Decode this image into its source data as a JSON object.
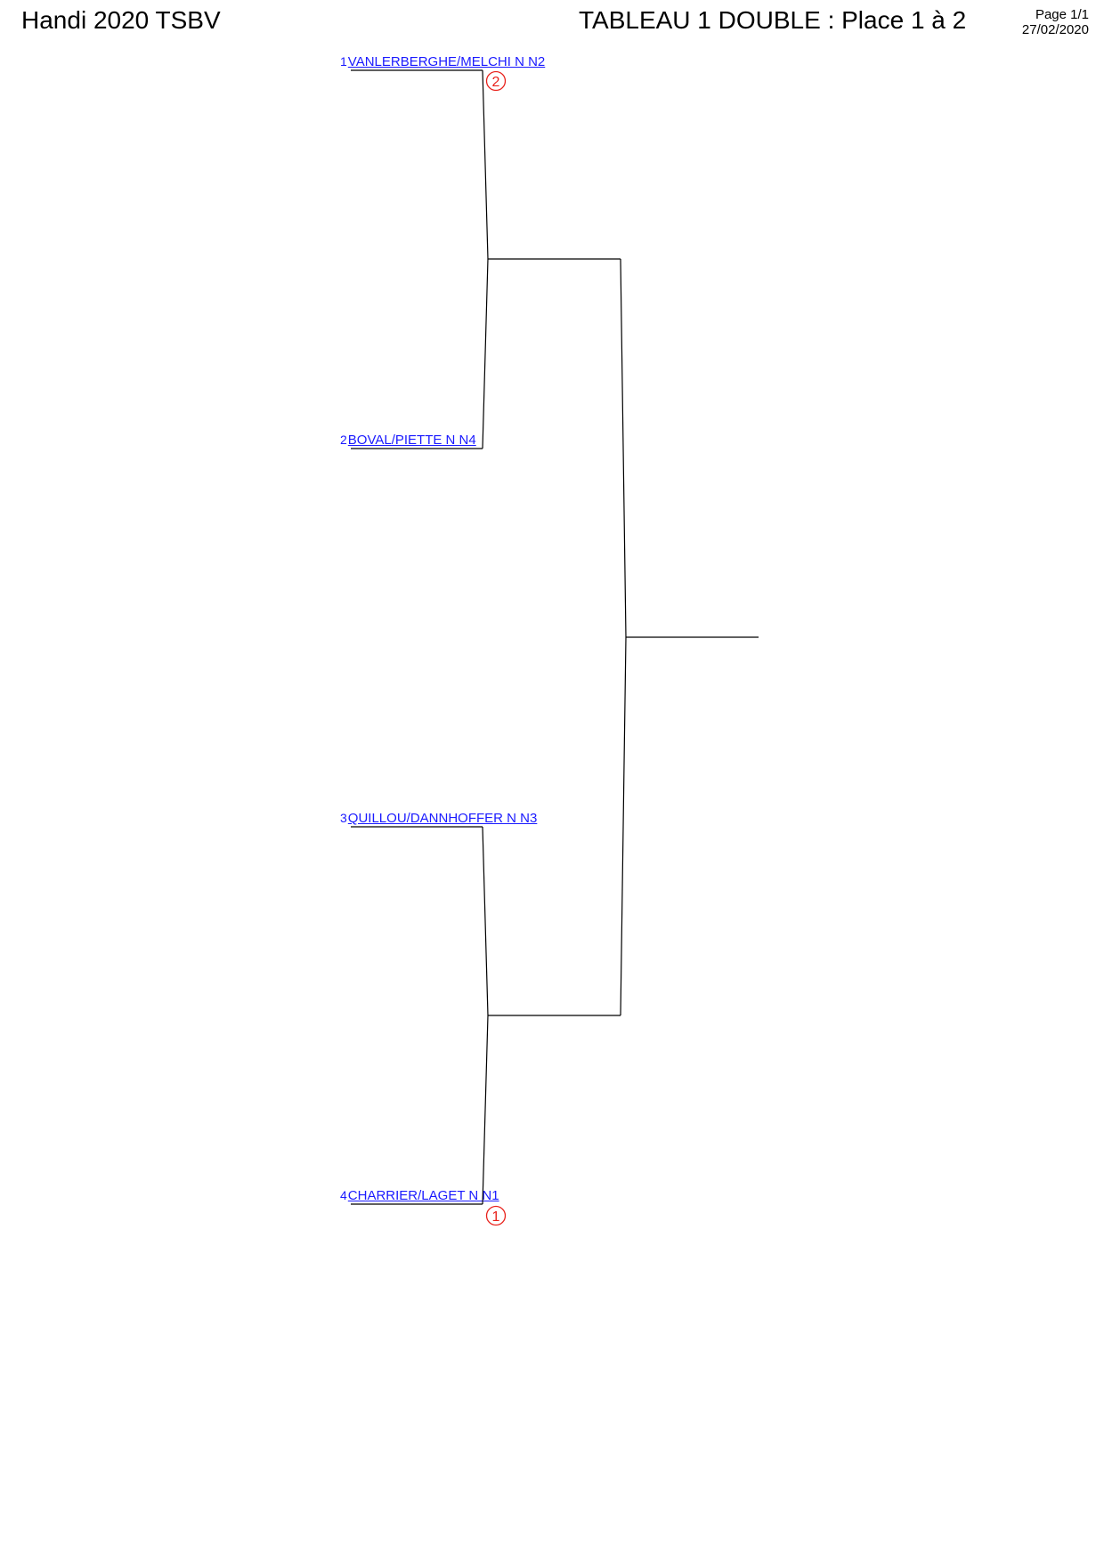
{
  "header": {
    "tournament": "Handi 2020 TSBV",
    "draw_title": "TABLEAU 1 DOUBLE : Place 1 à 2",
    "page": "Page 1/1",
    "date": "27/02/2020"
  },
  "entries": [
    {
      "seed": "1",
      "team": "VANLERBERGHE/MELCHI N N2",
      "marker": "2"
    },
    {
      "seed": "2",
      "team": "BOVAL/PIETTE N N4",
      "marker": ""
    },
    {
      "seed": "3",
      "team": "QUILLOU/DANNHOFFER N N3",
      "marker": ""
    },
    {
      "seed": "4",
      "team": "CHARRIER/LAGET N N1",
      "marker": "1"
    }
  ],
  "colors": {
    "link": "#1a1aff",
    "marker": "#e8201a",
    "lines": "#000000"
  }
}
